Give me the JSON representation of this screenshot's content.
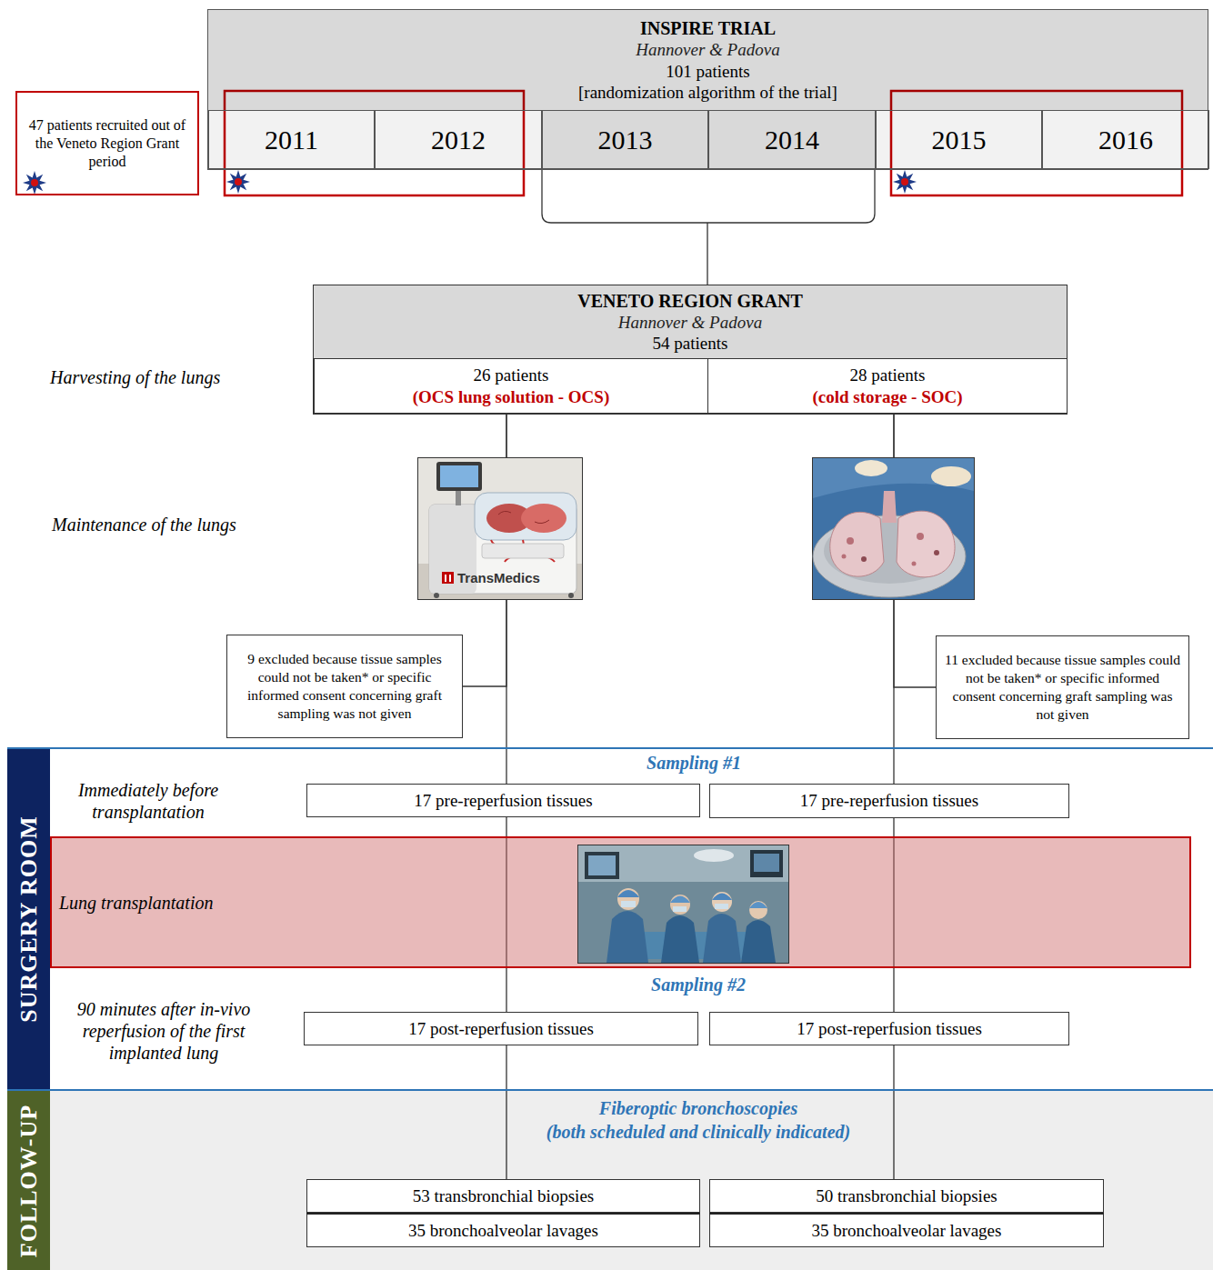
{
  "diagram": {
    "nodes": [
      {
        "text": [
          "INSPIRE TRIAL",
          "Hannover & Padova",
          "101 patients",
          "[randomization algorithm of the trial]"
        ]
      },
      {
        "text": [
          "2011"
        ],
        "in": 0
      },
      {
        "text": [
          "2012"
        ],
        "in": 0
      },
      {
        "text": [
          "2013"
        ],
        "in": 0
      },
      {
        "text": [
          "2014"
        ],
        "in": 0
      },
      {
        "text": [
          "2015"
        ],
        "in": 0
      },
      {
        "text": [
          "2016"
        ],
        "in": 0
      },
      {
        "text": [
          "47 patients recruited out of the Veneto Region Grant period"
        ]
      },
      {
        "text": [
          "VENETO REGION GRANT",
          "Hannover & Padova",
          "54 patients"
        ]
      },
      {
        "text": [
          "26 patients",
          "(OCS lung solution - OCS)"
        ],
        "in": 8
      },
      {
        "text": [
          "28 patients",
          "(cold storage - SOC)"
        ],
        "in": 8
      },
      {
        "text": [
          "9 excluded because tissue samples could not be taken* or specific informed consent concerning graft sampling was not given"
        ]
      },
      {
        "text": [
          "11 excluded because tissue samples could not be taken* or specific informed consent concerning graft sampling was not given"
        ]
      },
      {
        "text": [
          "SURGERY ROOM"
        ]
      },
      {
        "text": [
          "17 pre-reperfusion tissues"
        ],
        "in": 13
      },
      {
        "text": [
          "17 pre-reperfusion tissues"
        ],
        "in": 13
      },
      {
        "text": [
          "Lung transplantation"
        ],
        "in": 13
      },
      {
        "text": [
          "17 post-reperfusion tissues"
        ],
        "in": 13
      },
      {
        "text": [
          "17 post-reperfusion tissues"
        ],
        "in": 13
      },
      {
        "text": [
          "FOLLOW-UP"
        ]
      },
      {
        "text": [
          "53 transbronchial biopsies"
        ],
        "in": 19
      },
      {
        "text": [
          "35 bronchoalveolar lavages"
        ],
        "in": 19
      },
      {
        "text": [
          "50 transbronchial biopsies"
        ],
        "in": 19
      },
      {
        "text": [
          "35 bronchoalveolar lavages"
        ],
        "in": 19
      }
    ],
    "edges": [
      {
        "from": 0,
        "to": 8,
        "arrow": "none"
      },
      {
        "from": 9,
        "to": 11,
        "arrow": "none"
      },
      {
        "from": 9,
        "to": 14,
        "arrow": "none"
      },
      {
        "from": 10,
        "to": 12,
        "arrow": "none"
      },
      {
        "from": 10,
        "to": 15,
        "arrow": "none"
      },
      {
        "from": 14,
        "to": 17,
        "arrow": "none"
      },
      {
        "from": 15,
        "to": 18,
        "arrow": "none"
      },
      {
        "from": 17,
        "to": 20,
        "arrow": "none"
      },
      {
        "from": 18,
        "to": 22,
        "arrow": "none"
      }
    ],
    "labels": [
      "Harvesting of the lungs",
      "Maintenance of the lungs",
      "TransMedics",
      "Sampling #1",
      "Immediately before transplantation",
      "Sampling #2",
      "90 minutes after in-vivo reperfusion of the first implanted lung",
      "Fiberoptic bronchoscopies",
      "(both scheduled and clinically indicated)"
    ]
  }
}
